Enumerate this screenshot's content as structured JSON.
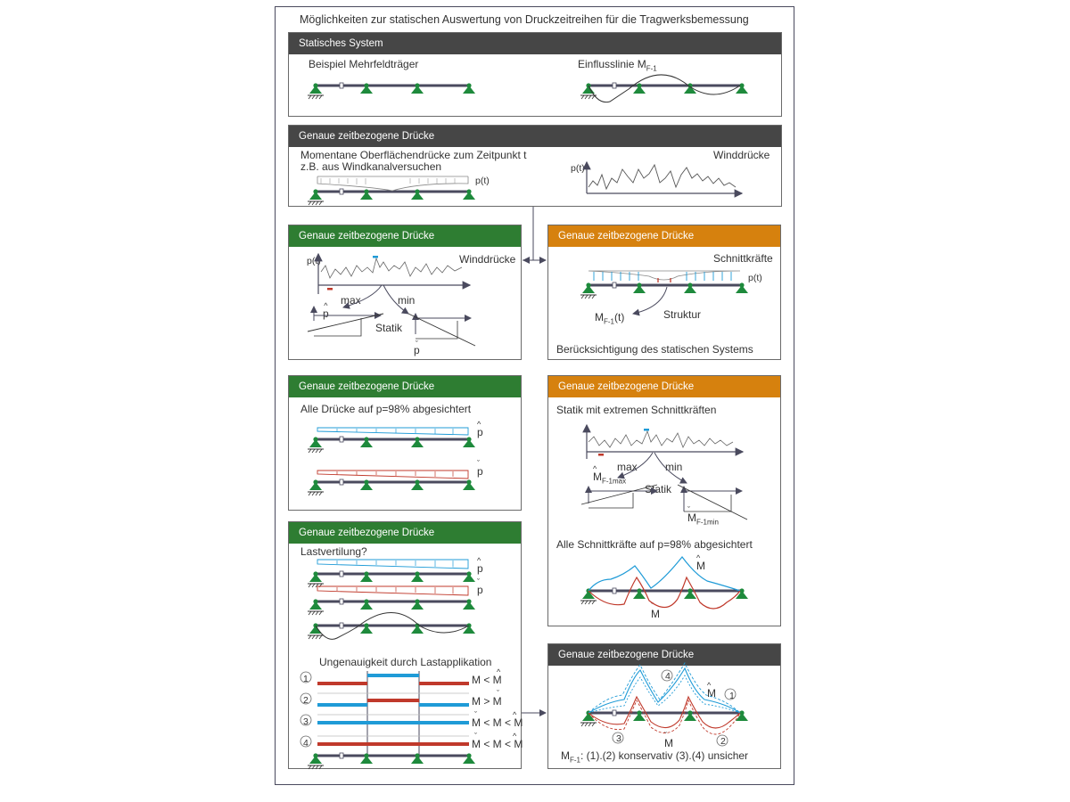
{
  "main_title": "Möglichkeiten zur statischen Auswertung von Druckzeitreihen für die Tragwerksbemessung",
  "panel1": {
    "header": "Statisches System",
    "left_label": "Beispiel Mehrfeldträger",
    "right_label": "Einflusslinie M",
    "right_label_sub": "F-1"
  },
  "panel2": {
    "header": "Genaue zeitbezogene Drücke",
    "line1": "Momentane Oberflächendrücke zum Zeitpunkt t",
    "line2": "z.B. aus Windkanalversuchen",
    "pt_label": "p(t)",
    "right_title": "Winddrücke",
    "axis_label": "p(t)"
  },
  "panel3": {
    "header": "Genaue zeitbezogene Drücke",
    "title": "Winddrücke",
    "axis_label": "p(t)",
    "max": "max",
    "min": "min",
    "statik": "Statik",
    "p_hat": "p",
    "p_check": "p",
    "hat": "^",
    "check": "ˇ"
  },
  "panel4": {
    "header": "Genaue zeitbezogene Drücke",
    "title": "Schnittkräfte",
    "pt_label": "p(t)",
    "mf": "M",
    "mf_sub": "F-1",
    "mf_suffix": "(t)",
    "struktur": "Struktur",
    "footer": "Berücksichtigung des statischen Systems"
  },
  "panel5": {
    "header": "Genaue zeitbezogene Drücke",
    "title": "Alle Drücke auf p=98% abgesichtert",
    "p": "p",
    "hat": "^",
    "check": "ˇ"
  },
  "panel6": {
    "header": "Genaue zeitbezogene Drücke",
    "title": "Statik mit extremen Schnittkräften",
    "max": "max",
    "min": "min",
    "statik": "Statik",
    "m": "M",
    "m_max_sub": "F-1max",
    "m_min_sub": "F-1min",
    "subtitle": "Alle Schnittkräfte auf p=98% abgesichtert",
    "hat": "^",
    "check": "ˇ"
  },
  "panel7": {
    "header": "Genaue zeitbezogene Drücke",
    "title": "Lastvertilung?",
    "p": "p",
    "subtitle": "Ungenauigkeit durch Lastapplikation",
    "hat": "^",
    "check": "ˇ",
    "rows": [
      {
        "num": "1",
        "relation": "M < M",
        "second": "hat"
      },
      {
        "num": "2",
        "relation": "M > M",
        "second": "check"
      },
      {
        "num": "3",
        "relation": "M < M < M",
        "first": "check",
        "third": "hat"
      },
      {
        "num": "4",
        "relation": "M < M < M",
        "first": "check",
        "third": "hat"
      }
    ]
  },
  "panel8": {
    "header": "Genaue zeitbezogene Drücke",
    "m": "M",
    "n1": "1",
    "n2": "2",
    "n3": "3",
    "n4": "4",
    "footer_m": "M",
    "footer_sub": "F-1",
    "footer_text": ": (1).(2) konservativ   (3).(4) unsicher",
    "hat": "^",
    "check": "ˇ"
  },
  "colors": {
    "dark_header": "#464646",
    "green_header": "#2e7d32",
    "orange_header": "#d6810e",
    "support_green": "#1e8a3c",
    "beam": "#4a4a5e",
    "blue": "#1f9bd7",
    "red": "#c0392b"
  }
}
